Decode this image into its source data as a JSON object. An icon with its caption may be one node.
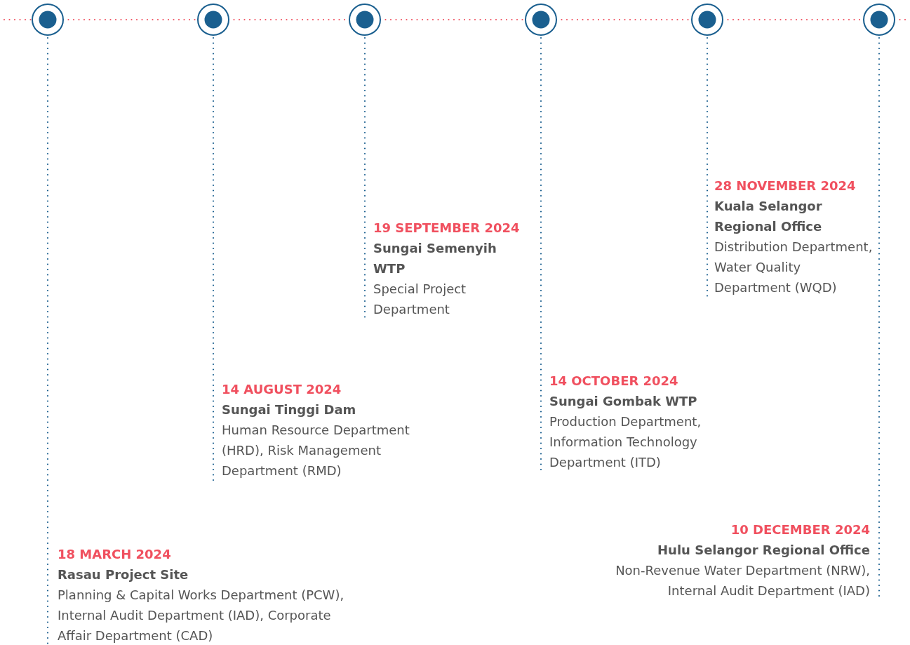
{
  "diagram": {
    "nodes": [
      {
        "text": [],
        "shape": "circle"
      },
      {
        "text": [],
        "shape": "circle"
      },
      {
        "text": [],
        "shape": "circle"
      },
      {
        "text": [],
        "shape": "circle"
      },
      {
        "text": [],
        "shape": "circle"
      },
      {
        "text": [],
        "shape": "circle"
      },
      {
        "text": [
          "18 MARCH 2024",
          "Rasau Project Site",
          "Planning & Capital Works Department (PCW), Internal Audit Department (IAD), Corporate Affair Department (CAD)"
        ]
      },
      {
        "text": [
          "14 AUGUST 2024",
          "Sungai Tinggi Dam",
          "Human Resource Department (HRD), Risk Management Department (RMD)"
        ]
      },
      {
        "text": [
          "19 SEPTEMBER 2024",
          "Sungai Semenyih WTP",
          "Special Project Department"
        ]
      },
      {
        "text": [
          "14 OCTOBER 2024",
          "Sungai Gombak WTP",
          "Production Department, Information Technology Department (ITD)"
        ]
      },
      {
        "text": [
          "28 NOVEMBER 2024",
          "Kuala Selangor Regional Office",
          "Distribution Department, Water Quality Department (WQD)"
        ]
      },
      {
        "text": [
          "10 DECEMBER 2024",
          "Hulu Selangor Regional Office",
          "Non-Revenue Water Department (NRW), Internal Audit Department (IAD)"
        ]
      }
    ],
    "edges": [
      {
        "from": null,
        "to": 0,
        "arrow": "none",
        "color": "#f0505f"
      },
      {
        "from": 0,
        "to": 1,
        "arrow": "none",
        "color": "#f0505f"
      },
      {
        "from": 1,
        "to": 2,
        "arrow": "none",
        "color": "#f0505f"
      },
      {
        "from": 2,
        "to": 3,
        "arrow": "none",
        "color": "#f0505f"
      },
      {
        "from": 3,
        "to": 4,
        "arrow": "none",
        "color": "#f0505f"
      },
      {
        "from": 4,
        "to": 5,
        "arrow": "none",
        "color": "#f0505f"
      },
      {
        "from": 5,
        "to": null,
        "arrow": "none",
        "color": "#f0505f"
      },
      {
        "from": 0,
        "to": 6,
        "arrow": "none",
        "color": "#1a5f8f"
      },
      {
        "from": 1,
        "to": 7,
        "arrow": "none",
        "color": "#1a5f8f"
      },
      {
        "from": 2,
        "to": 8,
        "arrow": "none",
        "color": "#1a5f8f"
      },
      {
        "from": 3,
        "to": 9,
        "arrow": "none",
        "color": "#1a5f8f"
      },
      {
        "from": 4,
        "to": 10,
        "arrow": "none",
        "color": "#1a5f8f"
      },
      {
        "from": 5,
        "to": 11,
        "arrow": "none",
        "color": "#1a5f8f"
      }
    ]
  }
}
